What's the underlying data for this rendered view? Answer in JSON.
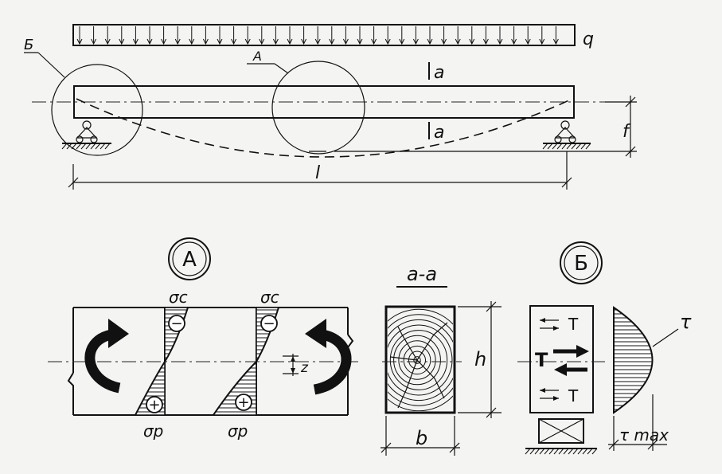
{
  "labels": {
    "q": "q",
    "callout_b": "Б",
    "callout_a": "А",
    "section_mark_top": "a",
    "section_mark_bottom": "a",
    "deflection": "f",
    "span": "l",
    "circle_a": "А",
    "circle_b": "Б",
    "section_title": "a-a",
    "sigma_c_left": "σc",
    "sigma_c_right": "σc",
    "sigma_p_left": "σp",
    "sigma_p_right": "σp",
    "minus_left": "−",
    "minus_right": "−",
    "plus_left": "+",
    "plus_right": "+",
    "z": "z",
    "height": "h",
    "width": "b",
    "tau_small_top": "T",
    "tau_small_bottom": "T",
    "tau_big": "T",
    "tau": "τ",
    "tau_max": "τ max"
  },
  "colors": {
    "ink": "#111111",
    "paper": "#f4f4f2"
  }
}
